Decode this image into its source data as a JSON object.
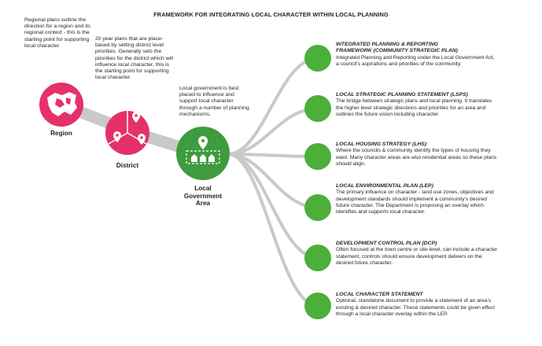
{
  "title": "FRAMEWORK FOR INTEGRATING LOCAL CHARACTER WITHIN LOCAL PLANNING",
  "region": {
    "label": "Region",
    "note": "Regional plans outline the direction for a region and its regional context - this is the starting point for supporting local character."
  },
  "district": {
    "label": "District",
    "note": "20 year plans that are place-based by setting district level priorities. Generally sets the priorities for the district which will influence local character, this is the starting point for supporting local character."
  },
  "lga": {
    "label_lines": [
      "Local",
      "Government",
      "Area"
    ],
    "note": "Local government is best placed to influence and support local character through a number of planning mechanisms."
  },
  "items": [
    {
      "heading_lines": [
        "INTEGRATED PLANNING & REPORTING",
        "FRAMEWORK (COMMUNITY STRATEGIC PLAN)"
      ],
      "desc": "Integrated Planning and Reporting under the Local Government Act, a council's aspirations and priorities of the community."
    },
    {
      "heading_lines": [
        "LOCAL STRATEGIC PLANNING STATEMENT (LSPS)"
      ],
      "desc": "The bridge between strategic plans and local planning. It translates the higher level strategic directions and priorities for an area and outlines the future vision including character."
    },
    {
      "heading_lines": [
        "LOCAL HOUSING STRATEGY (LHS)"
      ],
      "desc": "Where the councils & community identify the types of housing they want. Many character areas are also residential areas so these plans should align."
    },
    {
      "heading_lines": [
        "LOCAL ENVIRONMENTAL PLAN (LEP)"
      ],
      "desc": "The primary influence on character - land use zones, objectives and development standards should implement a community's desired future character. The Department is proposing an overlay which identifies and supports local character."
    },
    {
      "heading_lines": [
        "DEVELOPMENT CONTROL PLAN (DCP)"
      ],
      "desc": "Often focused at the town centre or site level, can include a character statement, controls should ensure development delivers on the desired future character."
    },
    {
      "heading_lines": [
        "LOCAL CHARACTER STATEMENT"
      ],
      "desc": "Optional, standalone document to provide a statement of an area's existing & desired character. These statements could be given effect through a local character overlay within the LEP."
    }
  ],
  "colors": {
    "region": "#e6306a",
    "district": "#e6306a",
    "lga": "#3f9b3f",
    "items": "#4caf3a",
    "connectors": "#c8c8c8"
  },
  "icons": {
    "region": "map-icon",
    "district": "location-pins-icon",
    "lga": "houses-icon"
  }
}
